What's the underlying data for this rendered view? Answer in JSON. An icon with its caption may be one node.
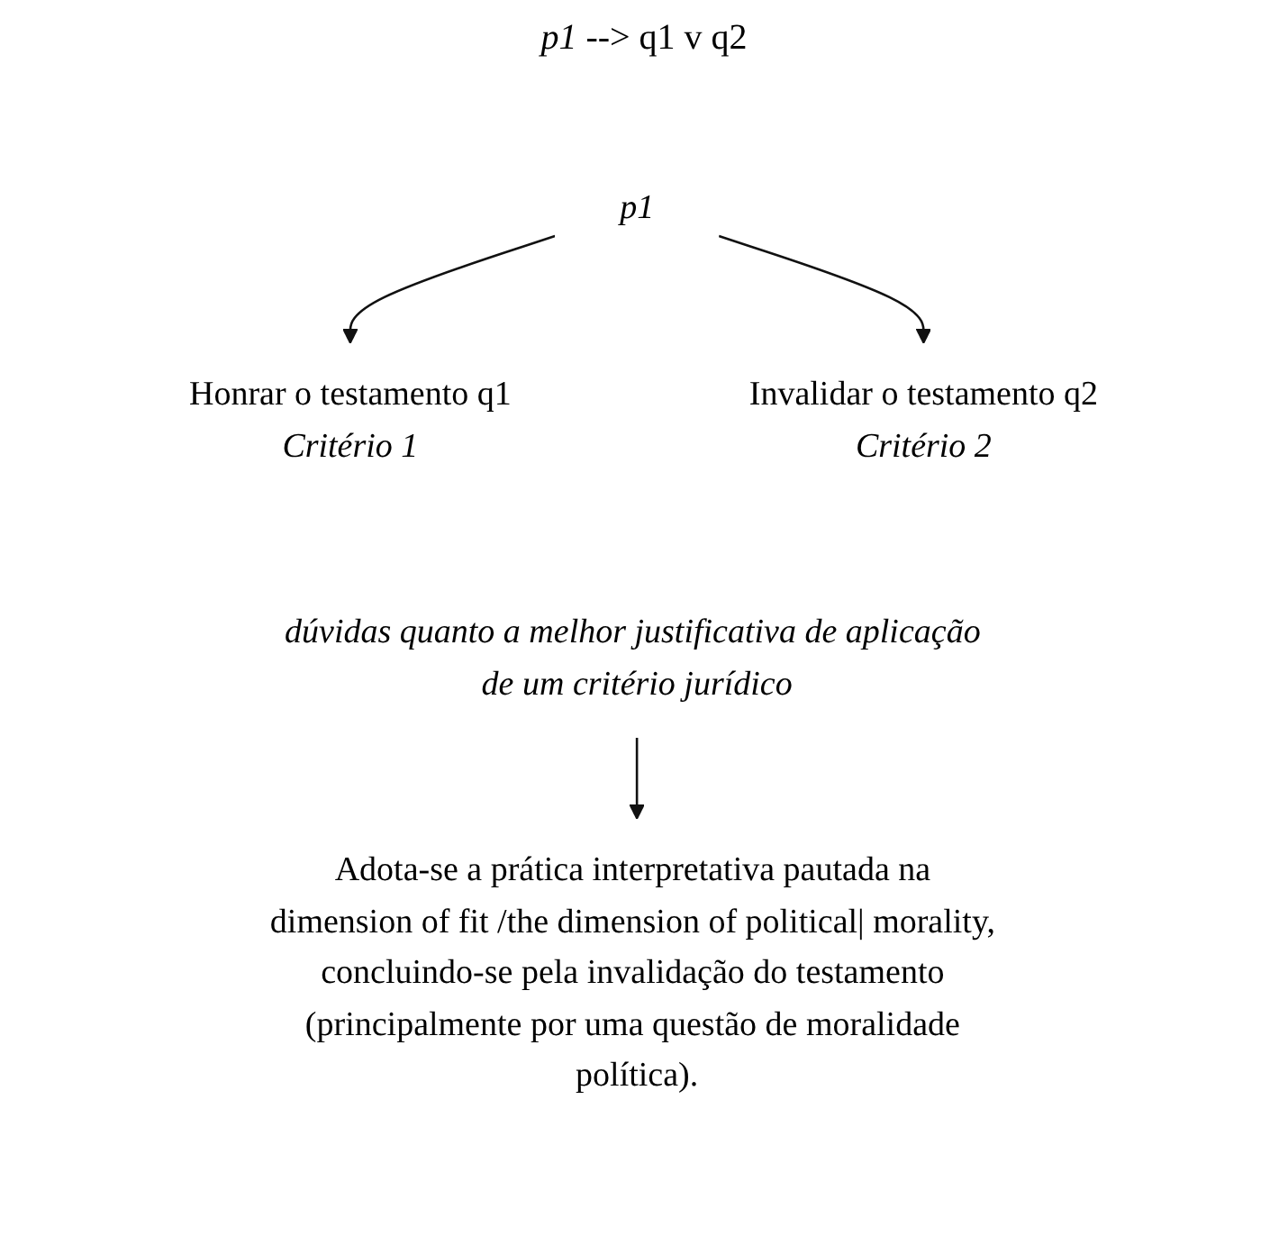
{
  "diagram": {
    "title": "*p1* --> q1 v q2",
    "nodes": [
      {
        "text": [
          "p1"
        ]
      },
      {
        "text": [
          "Honrar o testamento q1",
          "Critério 1"
        ]
      },
      {
        "text": [
          "Invalidar o testamento q2",
          "Critério 2"
        ]
      },
      {
        "text": [
          "dúvidas quanto a melhor justificativa de aplicação de um critério jurídico"
        ]
      },
      {
        "text": [
          "Adota-se a prática interpretativa pautada na dimension of fit /the dimension of political| morality, concluindo-se pela invalidação do testamento (principalmente por uma questão de moralidade política)."
        ]
      }
    ],
    "edges": [
      {
        "from": 0,
        "to": 1,
        "arrow": "to"
      },
      {
        "from": 0,
        "to": 2,
        "arrow": "to"
      },
      {
        "from": 3,
        "to": 4,
        "arrow": "to"
      }
    ]
  }
}
